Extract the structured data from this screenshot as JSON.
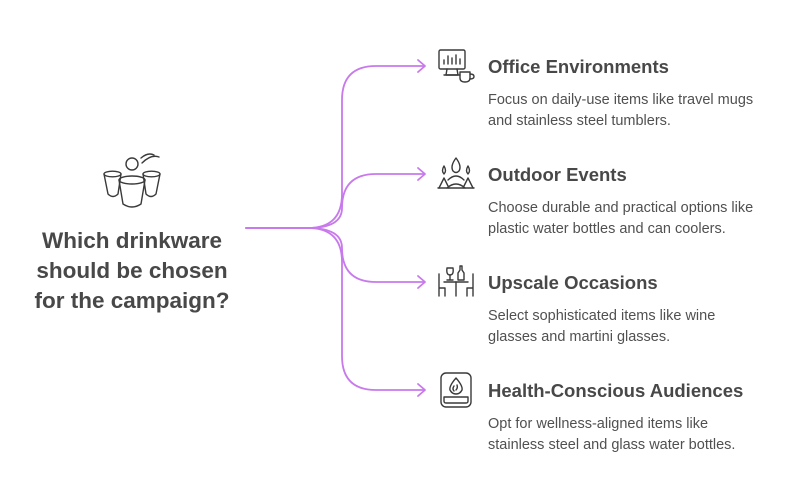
{
  "question": {
    "lines": [
      "Which drinkware",
      "should be chosen",
      "for the campaign?"
    ]
  },
  "colors": {
    "connector": "#c879ec",
    "title_text": "#484848",
    "body_text": "#505050",
    "icon_stroke": "#3a3a3a"
  },
  "options": [
    {
      "title": "Office Environments",
      "icon": "computer-coffee-icon",
      "desc_lines": [
        "Focus on daily-use items like travel mugs",
        "and stainless steel tumblers."
      ]
    },
    {
      "title": "Outdoor Events",
      "icon": "campfire-tents-icon",
      "desc_lines": [
        "Choose durable and practical options like",
        "plastic water bottles and can coolers."
      ]
    },
    {
      "title": "Upscale Occasions",
      "icon": "dining-table-wine-icon",
      "desc_lines": [
        "Select sophisticated items like wine",
        "glasses and martini glasses."
      ]
    },
    {
      "title": "Health-Conscious Audiences",
      "icon": "water-drop-card-icon",
      "desc_lines": [
        "Opt for wellness-aligned items like",
        "stainless steel and glass water bottles."
      ]
    }
  ]
}
